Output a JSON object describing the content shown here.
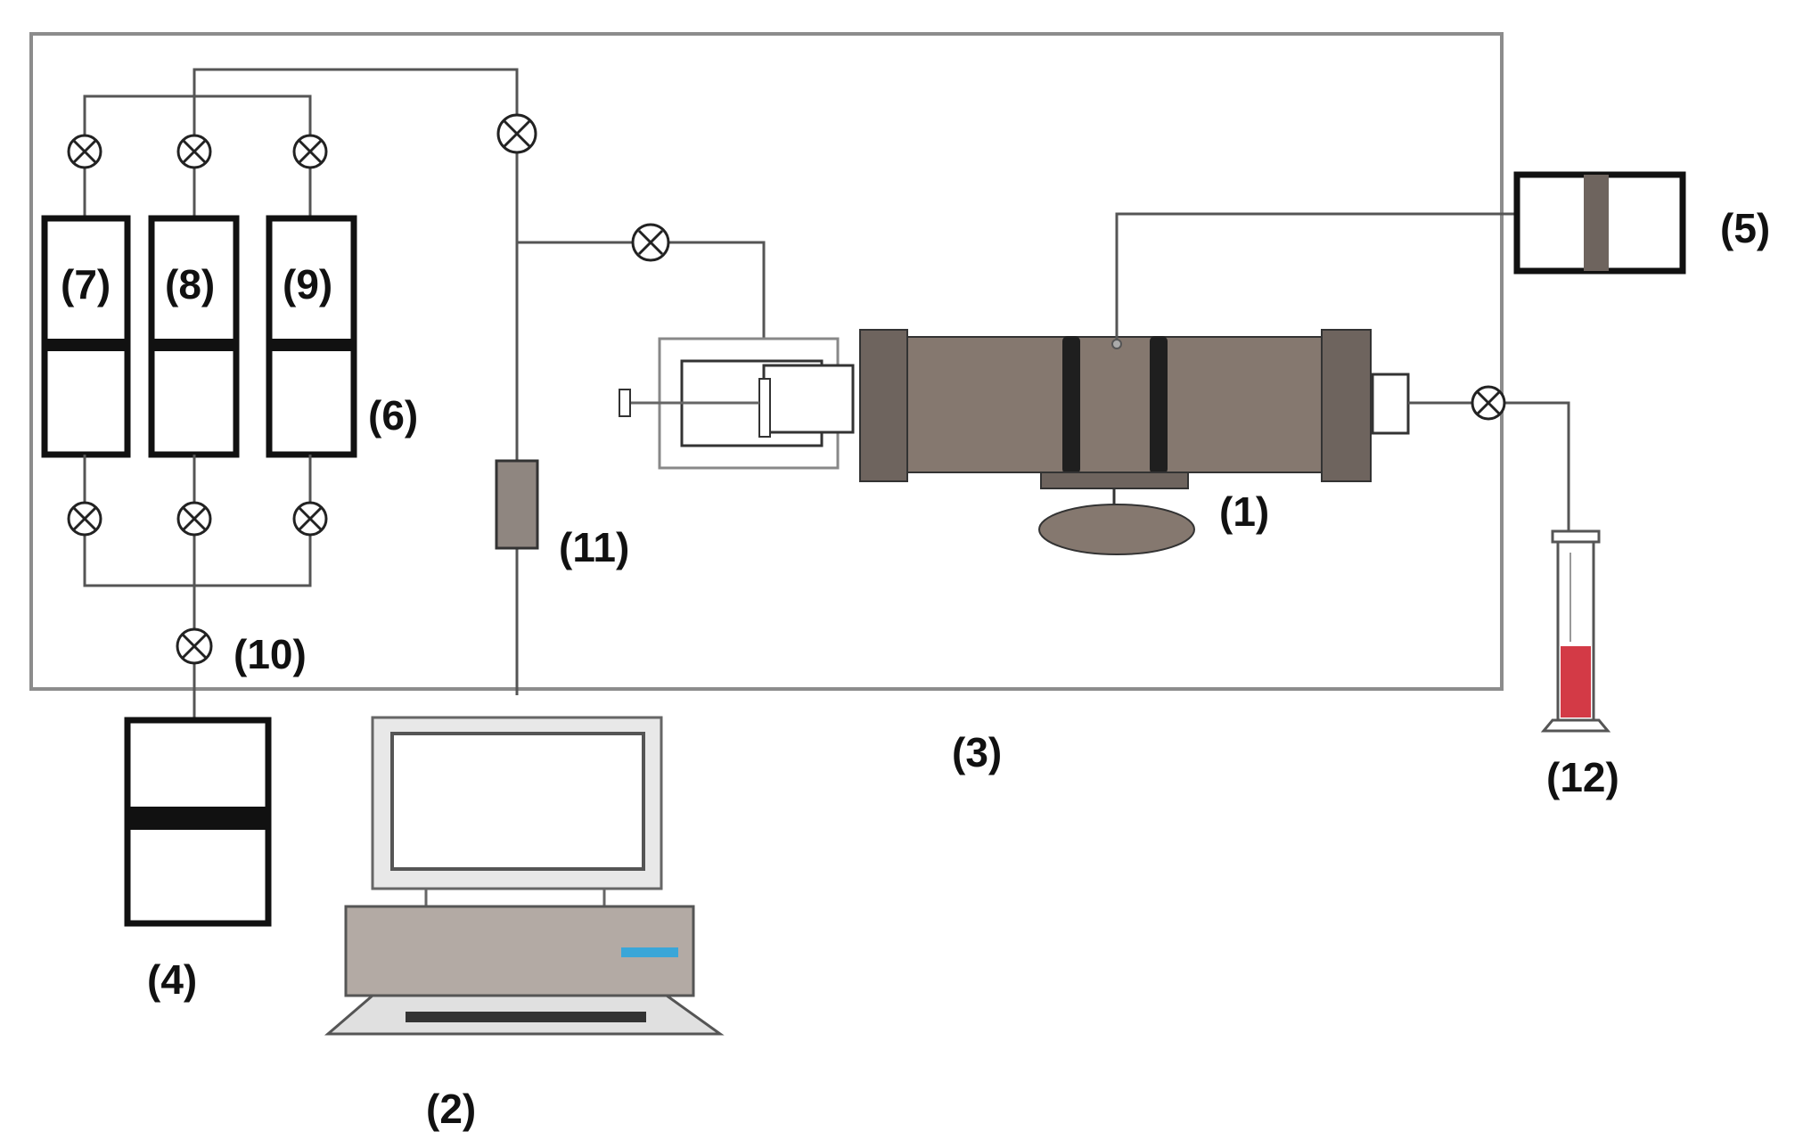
{
  "labels": {
    "core_holder": "(1)",
    "computer": "(2)",
    "enclosure": "(3)",
    "pump_left": "(4)",
    "pressure_gauge": "(5)",
    "containers": "(6)",
    "container_a": "(7)",
    "container_b": "(8)",
    "container_c": "(9)",
    "valve_main": "(10)",
    "sensor": "(11)",
    "cylinder": "(12)"
  },
  "colors": {
    "core_body": "#85786f",
    "core_end": "#6e645e",
    "sensor": "#8f8680",
    "computer_base": "#b3aaa4",
    "computer_led": "#3aa6d8",
    "liquid": "#d33a46"
  }
}
